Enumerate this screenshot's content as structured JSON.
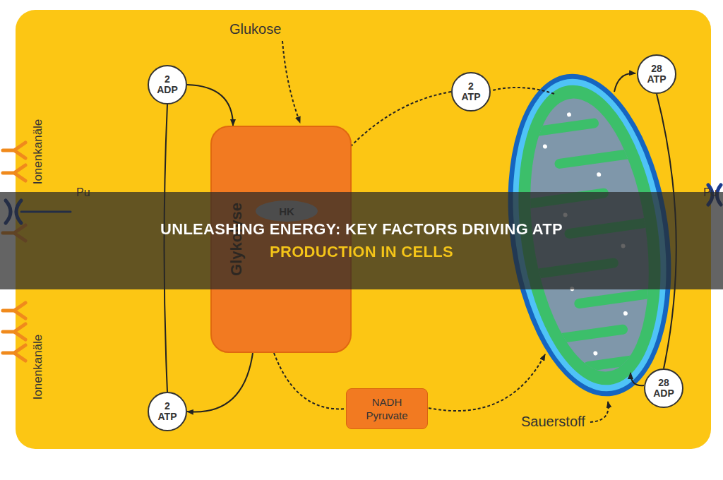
{
  "diagram": {
    "title": "UNLEASHING ENERGY: KEY FACTORS DRIVING ATP PRODUCTION IN CELLS",
    "nodes": [
      {
        "text": [
          "2 ADP"
        ]
      },
      {
        "text": [
          "2 ATP"
        ]
      },
      {
        "text": [
          "28 ATP"
        ]
      },
      {
        "text": [
          "Glykolyse"
        ]
      },
      {
        "text": [
          "HK"
        ],
        "in": 3
      },
      {
        "text": [
          "2 ATP"
        ]
      },
      {
        "text": [
          "NADH Pyruvate"
        ]
      },
      {
        "text": [
          "28 ADP"
        ]
      }
    ],
    "edges": [
      {
        "from": 0,
        "to": 3,
        "arrow": "to"
      },
      {
        "from": 3,
        "to": 5,
        "arrow": "to"
      },
      {
        "from": 5,
        "to": 0,
        "arrow": "none"
      },
      {
        "from": 3,
        "to": 6,
        "arrow": "none"
      },
      {
        "from": 1,
        "to": 4,
        "arrow": "to"
      },
      {
        "from": 2,
        "to": 7,
        "arrow": "none"
      }
    ],
    "labels": [
      "Glukose",
      "Ionenkanäle",
      "Pu",
      "Pu",
      "Ionenkanäle",
      "Sauerstoff"
    ]
  }
}
